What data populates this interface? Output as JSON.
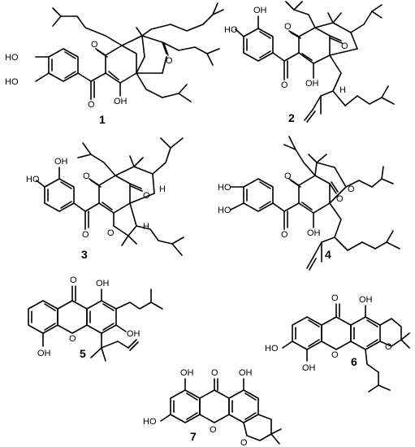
{
  "compounds": [
    {
      "number": "1",
      "atoms": [
        "HO",
        "HO",
        "O",
        "O",
        "O",
        "OH"
      ]
    },
    {
      "number": "2",
      "atoms": [
        "HO",
        "OH",
        "O",
        "O",
        "O",
        "OH",
        "H"
      ]
    },
    {
      "number": "3",
      "atoms": [
        "HO",
        "OH",
        "O",
        "O",
        "O",
        "O",
        "H",
        "H"
      ]
    },
    {
      "number": "4",
      "atoms": [
        "HO",
        "HO",
        "O",
        "O",
        "O",
        "O",
        "OH"
      ]
    },
    {
      "number": "5",
      "atoms": [
        "O",
        "OH",
        "O",
        "OH",
        "OH"
      ]
    },
    {
      "number": "6",
      "atoms": [
        "O",
        "OH",
        "HO",
        "O",
        "O",
        "OH"
      ]
    },
    {
      "number": "7",
      "atoms": [
        "OH",
        "O",
        "OH",
        "HO",
        "O",
        "O"
      ]
    }
  ]
}
